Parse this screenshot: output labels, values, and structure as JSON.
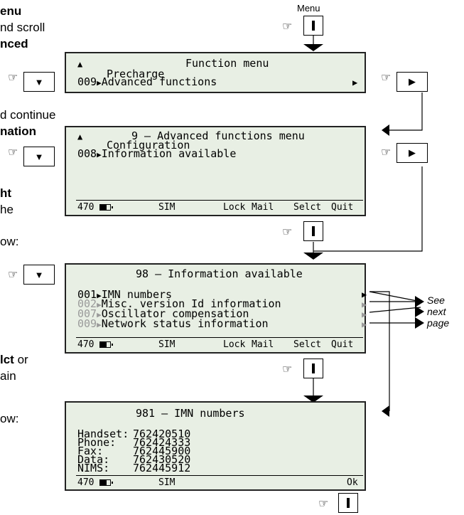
{
  "left_text": [
    {
      "text": "enu",
      "bold": true
    },
    {
      "text": "nd scroll",
      "bold": false
    },
    {
      "text": "nced",
      "bold": true
    },
    {
      "text": "d continue",
      "bold": false
    },
    {
      "text": "nation",
      "bold": true
    },
    {
      "text": "ht",
      "bold": true
    },
    {
      "text": "he",
      "bold": false
    },
    {
      "text": "ow:",
      "bold": false
    },
    {
      "text": "lct or",
      "bold_part": "lct",
      "rest": " or"
    },
    {
      "text": "ain",
      "bold": false
    },
    {
      "text": "ow:",
      "bold": false
    }
  ],
  "menu_button_label": "Menu",
  "screen1": {
    "title": "Function  menu",
    "prev_item": "Precharge",
    "current_num": "009",
    "current_label": "Advanced  functions"
  },
  "screen2": {
    "title": "9 – Advanced  functions  menu",
    "prev_item": "Configuration",
    "current_num": "008",
    "current_label": "Information  available",
    "softkeys": [
      "470",
      "SIM",
      "Lock",
      "Mail",
      "Selct",
      "Quit"
    ]
  },
  "screen3": {
    "title": "98 – Information  available",
    "items": [
      {
        "num": "001",
        "label": "IMN numbers",
        "active": true
      },
      {
        "num": "002",
        "label": "Misc. version  Id  information",
        "active": false
      },
      {
        "num": "007",
        "label": "Oscillator  compensation",
        "active": false
      },
      {
        "num": "009",
        "label": "Network  status  information",
        "active": false
      }
    ],
    "softkeys": [
      "470",
      "SIM",
      "Lock",
      "Mail",
      "Selct",
      "Quit"
    ]
  },
  "screen4": {
    "title": "981 – IMN  numbers",
    "rows": [
      {
        "label": "Handset:",
        "value": "762420510"
      },
      {
        "label": "Phone:",
        "value": "762424333"
      },
      {
        "label": "Fax:",
        "value": "762445900"
      },
      {
        "label": "Data:",
        "value": "762430520"
      },
      {
        "label": "NIMS:",
        "value": "762445912"
      }
    ],
    "softkeys": [
      "470",
      "SIM",
      "Ok"
    ]
  },
  "see_next_page": [
    "See",
    "next",
    "page"
  ],
  "icons": {
    "pointer": "pointing-finger-icon",
    "down": "triangle-down-icon",
    "right": "triangle-right-icon",
    "up_arrow": "triangle-up-icon",
    "battery": "battery-icon",
    "select": "vertical-bar-icon"
  }
}
